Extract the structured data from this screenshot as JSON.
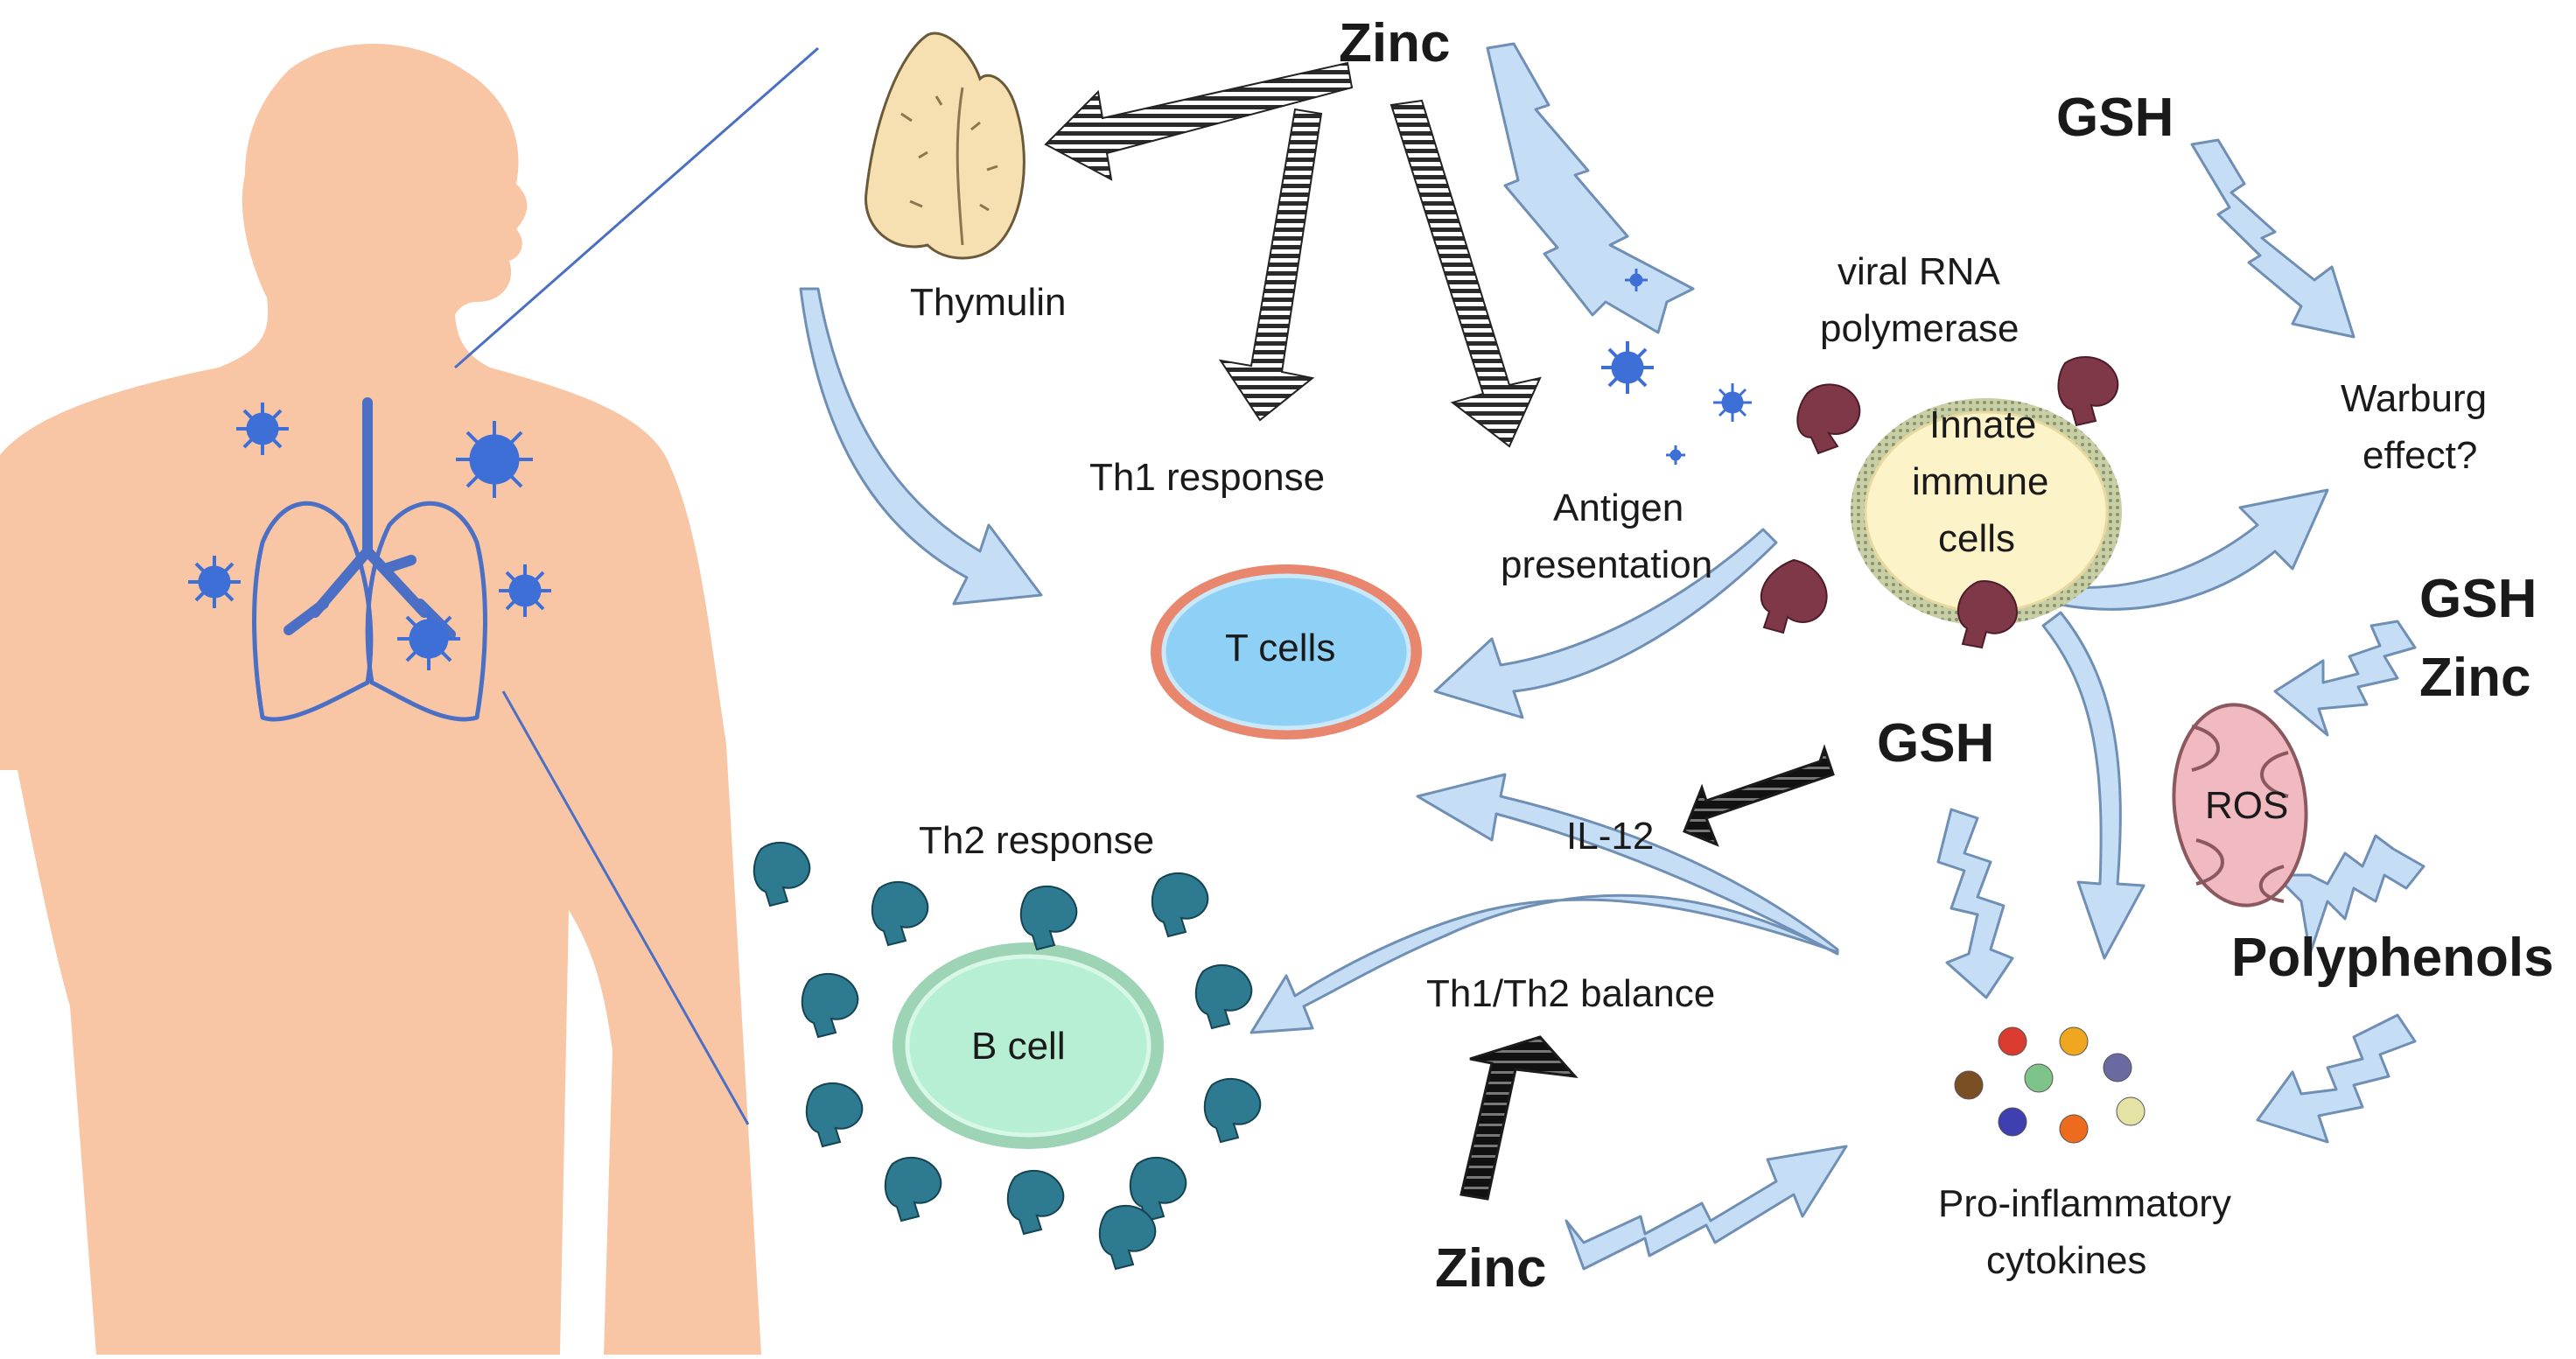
{
  "labels": {
    "zinc_top": "Zinc",
    "zinc_bottom": "Zinc",
    "zinc_right": "Zinc",
    "gsh_top": "GSH",
    "gsh_right": "GSH",
    "gsh_mid": "GSH",
    "polyphenols": "Polyphenols",
    "thymulin": "Thymulin",
    "th1_response": "Th1 response",
    "antigen_line1": "Antigen",
    "antigen_line2": "presentation",
    "viral_line1": "viral RNA",
    "viral_line2": "polymerase",
    "innate_line1": "Innate",
    "innate_line2": "immune",
    "innate_line3": "cells",
    "warburg_line1": "Warburg",
    "warburg_line2": "effect?",
    "t_cells": "T cells",
    "il12": "IL-12",
    "ros": "ROS",
    "th2_response": "Th2 response",
    "b_cell": "B cell",
    "balance": "Th1/Th2 balance",
    "cytokines_line1": "Pro-inflammatory",
    "cytokines_line2": "cytokines"
  },
  "colors": {
    "skin": "#f8c6a4",
    "lung_blue": "#4a6fc4",
    "virus_blue": "#3d6fd6",
    "arrow_fill": "#c6ddf6",
    "arrow_stroke": "#6f8fb4",
    "tcell_fill": "#8fd1f6",
    "tcell_ring": "#e8876e",
    "bcell_fill": "#b7efd4",
    "bcell_ring": "#8ac4a0",
    "innate_fill": "#fdf3c9",
    "receptor_dark": "#7e3848",
    "receptor_teal": "#2e7a91",
    "mito_fill": "#f1b9c0",
    "black_arrow": "#1b1b1b"
  },
  "icons": [
    "human-silhouette",
    "lungs-icon",
    "virus-icon",
    "thymus-icon",
    "mitochondrion-icon",
    "receptor-icon",
    "cytokine-dots-icon"
  ]
}
